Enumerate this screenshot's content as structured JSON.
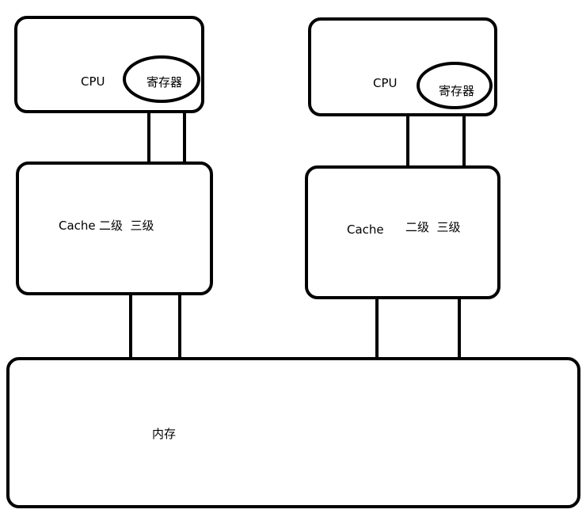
{
  "diagram": {
    "left_cpu": {
      "label": "CPU",
      "register_label": "寄存器"
    },
    "right_cpu": {
      "label": "CPU",
      "register_label": "寄存器"
    },
    "left_cache": {
      "cache_label": "Cache",
      "levels_label": "二级  三级"
    },
    "right_cache": {
      "cache_label": "Cache",
      "levels_label": "二级  三级"
    },
    "memory": {
      "label": "内存"
    }
  }
}
